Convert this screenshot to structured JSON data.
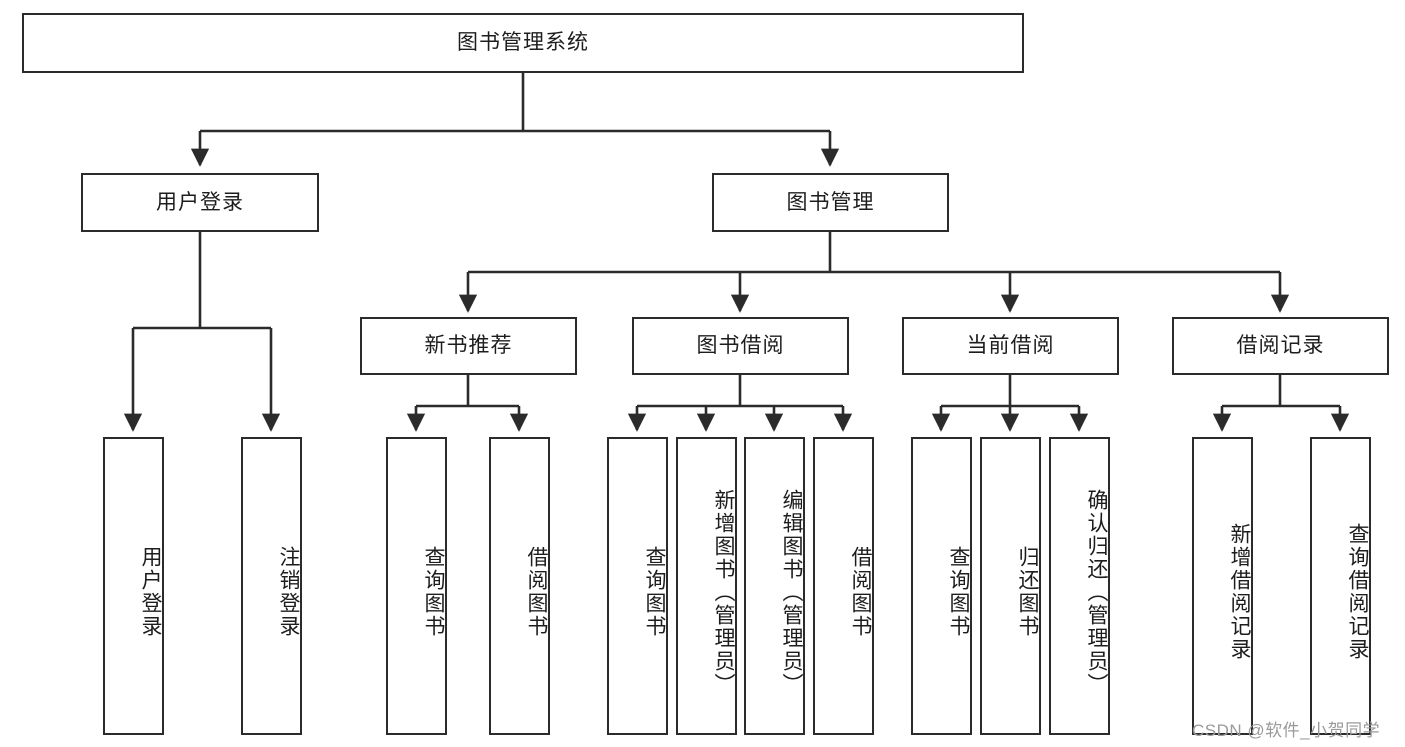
{
  "diagram": {
    "title_node": {
      "id": "root",
      "label": "图书管理系统",
      "orientation": "horizontal"
    },
    "level2": [
      {
        "id": "user-login",
        "label": "用户登录",
        "orientation": "horizontal"
      },
      {
        "id": "book-manage",
        "label": "图书管理",
        "orientation": "horizontal"
      }
    ],
    "level3": [
      {
        "id": "new-book-recommend",
        "label": "新书推荐",
        "orientation": "horizontal",
        "parent": "book-manage"
      },
      {
        "id": "book-borrow",
        "label": "图书借阅",
        "orientation": "horizontal",
        "parent": "book-manage"
      },
      {
        "id": "current-borrow",
        "label": "当前借阅",
        "orientation": "horizontal",
        "parent": "book-manage"
      },
      {
        "id": "borrow-record",
        "label": "借阅记录",
        "orientation": "horizontal",
        "parent": "book-manage"
      }
    ],
    "leaves": [
      {
        "id": "leaf-user-login",
        "label": "用户登录",
        "parent": "user-login"
      },
      {
        "id": "leaf-logout-login",
        "label": "注销登录",
        "parent": "user-login"
      },
      {
        "id": "leaf-query-book-1",
        "label": "查询图书",
        "parent": "new-book-recommend"
      },
      {
        "id": "leaf-borrow-book-1",
        "label": "借阅图书",
        "parent": "new-book-recommend"
      },
      {
        "id": "leaf-query-book-2",
        "label": "查询图书",
        "parent": "book-borrow"
      },
      {
        "id": "leaf-add-book",
        "label": "新增图书（管理员）",
        "parent": "book-borrow"
      },
      {
        "id": "leaf-edit-book",
        "label": "编辑图书（管理员）",
        "parent": "book-borrow"
      },
      {
        "id": "leaf-borrow-book-2",
        "label": "借阅图书",
        "parent": "book-borrow"
      },
      {
        "id": "leaf-query-book-3",
        "label": "查询图书",
        "parent": "current-borrow"
      },
      {
        "id": "leaf-return-book",
        "label": "归还图书",
        "parent": "current-borrow"
      },
      {
        "id": "leaf-confirm-return",
        "label": "确认归还（管理员）",
        "parent": "current-borrow"
      },
      {
        "id": "leaf-add-record",
        "label": "新增借阅记录",
        "parent": "borrow-record"
      },
      {
        "id": "leaf-query-record",
        "label": "查询借阅记录",
        "parent": "borrow-record"
      }
    ],
    "colors": {
      "stroke": "#2b2b2b",
      "fill": "#ffffff",
      "text": "#1d1d1d",
      "watermark": "#9a9a9a"
    }
  },
  "watermark": {
    "text": "CSDN @软件_小贺同学"
  }
}
